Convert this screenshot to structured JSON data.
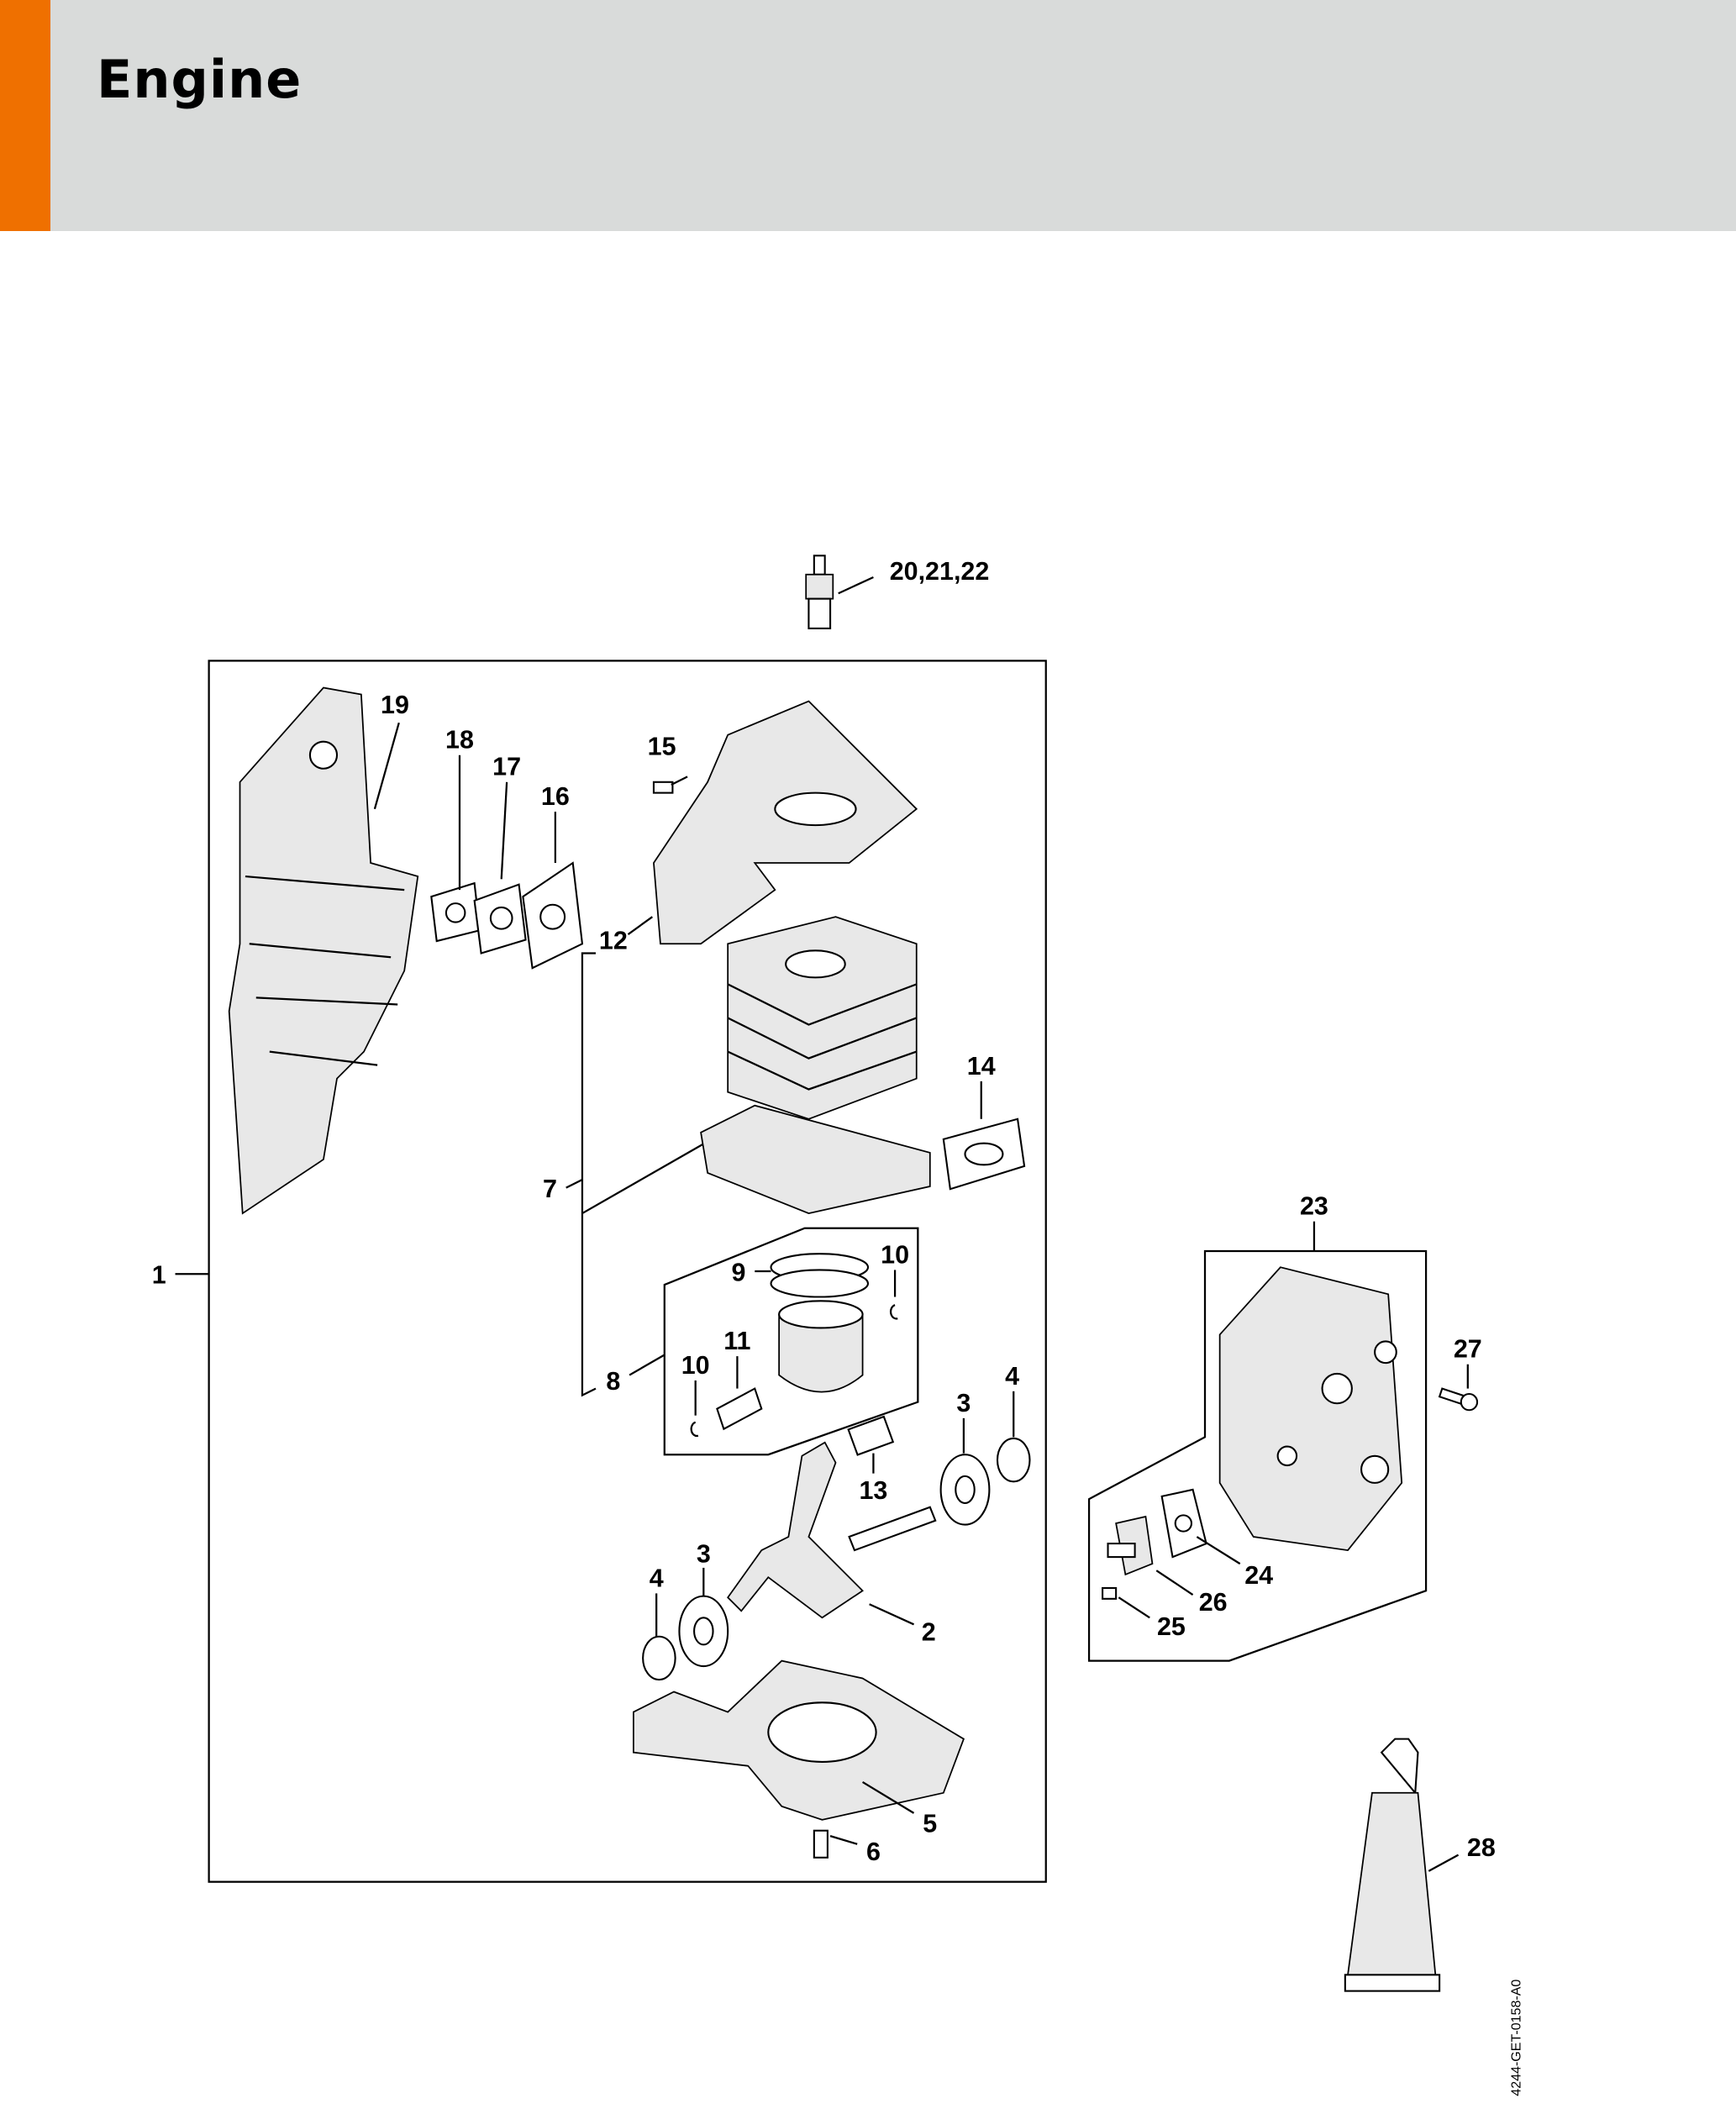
{
  "header": {
    "title": "Engine",
    "accent_color": "#ef7000",
    "background_color": "#d9dbda"
  },
  "diagram": {
    "labels": {
      "spark_plug": "20,21,22",
      "p1": "1",
      "p2": "2",
      "p3a": "3",
      "p3b": "3",
      "p4a": "4",
      "p4b": "4",
      "p5": "5",
      "p6": "6",
      "p7": "7",
      "p8": "8",
      "p9": "9",
      "p10a": "10",
      "p10b": "10",
      "p11": "11",
      "p12": "12",
      "p13": "13",
      "p14": "14",
      "p15": "15",
      "p16": "16",
      "p17": "17",
      "p18": "18",
      "p19": "19",
      "p23": "23",
      "p24": "24",
      "p25": "25",
      "p26": "26",
      "p27": "27",
      "p28": "28"
    },
    "drawing_code": "4244-GET-0158-A0"
  }
}
